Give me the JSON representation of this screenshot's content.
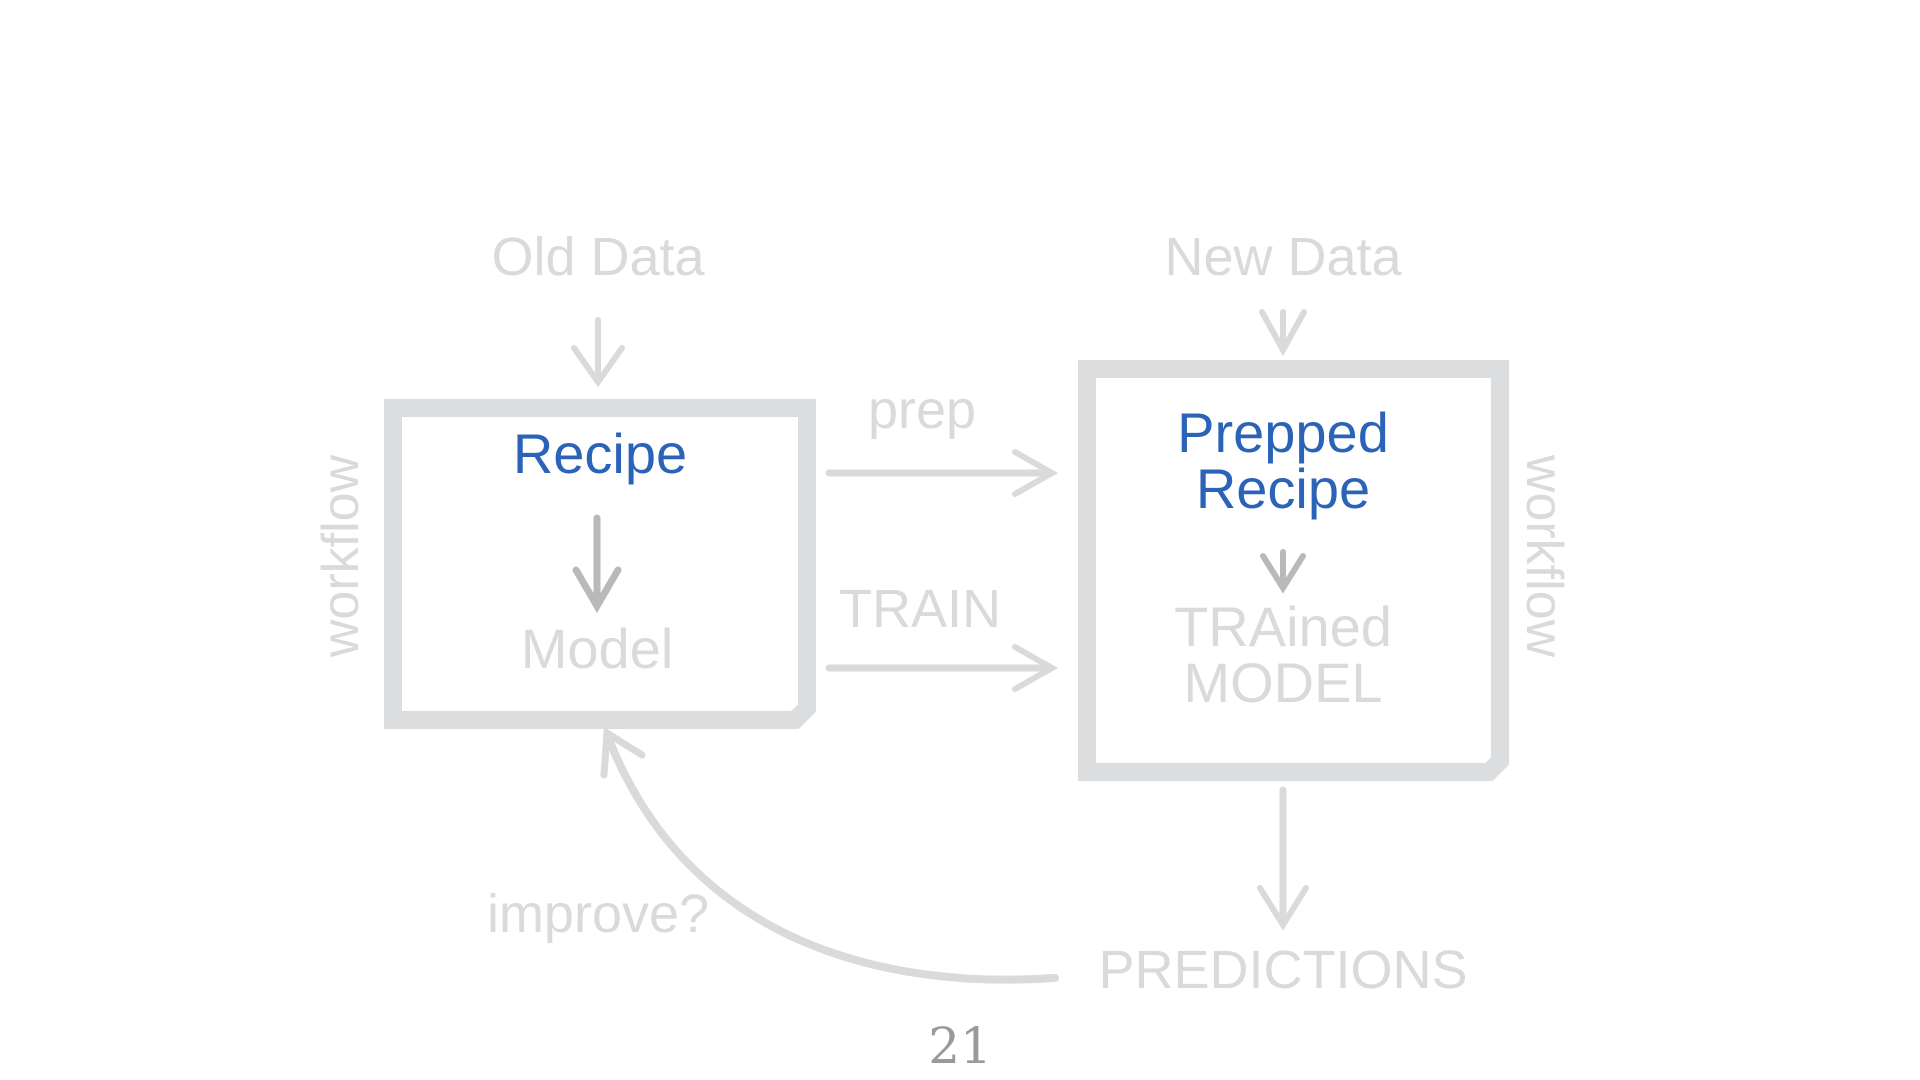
{
  "diagram": {
    "old_data": "Old Data",
    "new_data": "New Data",
    "recipe": "Recipe",
    "model": "Model",
    "prepped_recipe_line1": "Prepped",
    "prepped_recipe_line2": "Recipe",
    "trained_model_line1": "TRAined",
    "trained_model_line2": "MODEL",
    "prep": "prep",
    "train": "TRAIN",
    "workflow_left": "workflow",
    "workflow_right": "workflow",
    "improve": "improve?",
    "predictions": "PREDICTIONS"
  },
  "page_number": "21",
  "colors": {
    "accent_blue": "#2b63b8",
    "faded_gray": "#d9dadb",
    "frame_gray": "#dcdddf",
    "mid_gray": "#b9b9b9",
    "page_number": "#9a9a9a"
  }
}
